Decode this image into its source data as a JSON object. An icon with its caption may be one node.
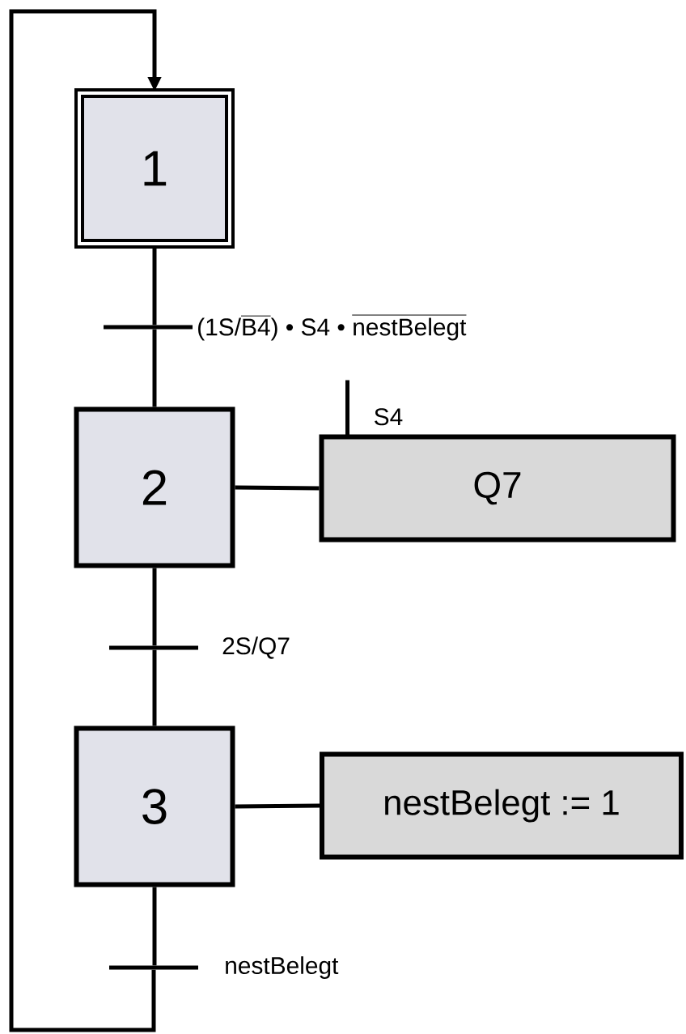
{
  "diagram": {
    "nodes": [
      {
        "text": [
          "1"
        ]
      },
      {
        "text": [],
        "shape": "bar",
        "beside": [
          "\\text{(1S/}\\overline{\\text{B4}}\\text{) • S4 • }\\overline{\\text{nestBelegt}}"
        ]
      },
      {
        "text": [
          "2"
        ]
      },
      {
        "text": [
          "Q7"
        ],
        "beside": [
          "S4"
        ]
      },
      {
        "text": [],
        "shape": "bar",
        "beside": [
          "2S/Q7"
        ]
      },
      {
        "text": [
          "3"
        ]
      },
      {
        "text": [
          "nestBelegt := 1"
        ]
      },
      {
        "text": [],
        "shape": "bar",
        "beside": [
          "nestBelegt"
        ]
      }
    ],
    "edges": [
      {
        "from": 0,
        "to": 1,
        "arrow": "none"
      },
      {
        "from": 1,
        "to": 2,
        "arrow": "none"
      },
      {
        "from": 2,
        "to": 3,
        "arrow": "none"
      },
      {
        "from": 2,
        "to": 4,
        "arrow": "none"
      },
      {
        "from": 4,
        "to": 5,
        "arrow": "none"
      },
      {
        "from": 5,
        "to": 6,
        "arrow": "none"
      },
      {
        "from": 5,
        "to": 7,
        "arrow": "none"
      },
      {
        "from": 7,
        "to": 0,
        "arrow": "to"
      }
    ]
  }
}
